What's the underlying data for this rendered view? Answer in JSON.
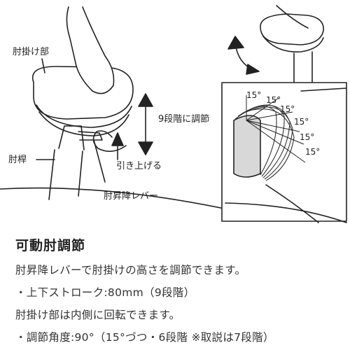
{
  "figure": {
    "labels": {
      "armrest_part": "肘掛け部",
      "height_steps": "9段階に調節",
      "arm_post": "肘桿",
      "pull_up": "引き上げる",
      "lift_lever": "肘昇降レバー"
    },
    "angle_label": "15°",
    "angle_count": 6
  },
  "description": {
    "title": "可動肘調節",
    "lines": [
      "肘昇降レバーで肘掛けの高さを調節できます。",
      "・上下ストローク:80mm（9段階）",
      "肘掛け部は内側に回転できます。",
      "・調節角度:90°（15°づつ・6段階 ※取説は7段階）"
    ]
  }
}
